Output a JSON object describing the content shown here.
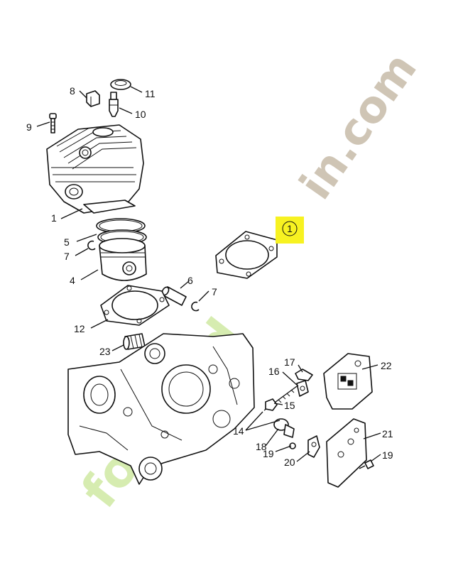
{
  "watermark": {
    "text": "fou-jardin.com",
    "color_green": "#d6ecb0",
    "color_grey": "#cfc5b5",
    "color_orange": "#f3cfa2"
  },
  "highlight": {
    "label": "1",
    "color": "#f7f221"
  },
  "callouts": [
    "8",
    "11",
    "9",
    "10",
    "1",
    "5",
    "7",
    "4",
    "6",
    "7",
    "12",
    "23",
    "17",
    "22",
    "16",
    "15",
    "14",
    "18",
    "19",
    "20",
    "21",
    "19"
  ]
}
